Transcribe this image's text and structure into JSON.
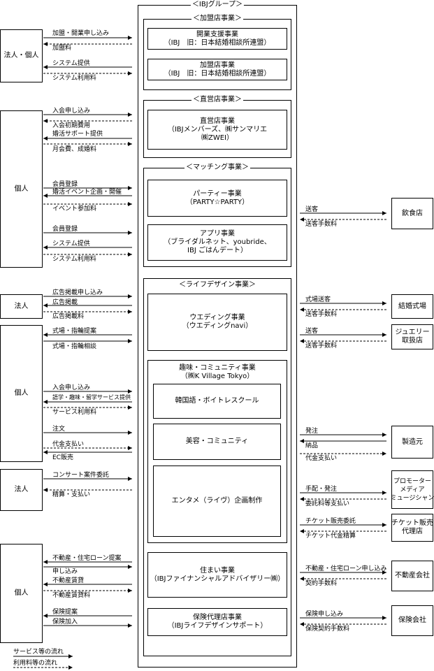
{
  "group_title": "＜IBJグループ＞",
  "sections": {
    "franchise": {
      "title": "＜加盟店事業＞",
      "box1": {
        "line1": "開業支援事業",
        "line2": "（IBJ　旧：日本結婚相談所連盟）"
      },
      "box2": {
        "line1": "加盟店事業",
        "line2": "（IBJ　旧：日本結婚相談所連盟）"
      }
    },
    "direct": {
      "title": "＜直営店事業＞",
      "box": {
        "line1": "直営店事業",
        "line2": "（IBJメンバーズ、㈱サンマリエ",
        "line3": "㈱ZWEI）"
      }
    },
    "matching": {
      "title": "＜マッチング事業＞",
      "party": {
        "line1": "パーティー事業",
        "line2": "（PARTY☆PARTY）"
      },
      "app": {
        "line1": "アプリ事業",
        "line2": "（ブライダルネット、youbride、",
        "line3": "IBJ ごはんデート）"
      }
    },
    "life": {
      "title": "＜ライフデザイン事業＞",
      "wedding": {
        "line1": "ウエディング事業",
        "line2": "（ウエディングnavi）"
      },
      "hobby": {
        "line1": "趣味・コミュニティ事業",
        "line2": "（㈱K Village Tokyo）"
      },
      "korean": "韓国語・ボイトレスクール",
      "beauty": "美容・コミュニティ",
      "ent": "エンタメ（ライヴ）企画制作",
      "housing": {
        "line1": "住まい事業",
        "line2": "（IBJファイナンシャルアドバイザリー㈱）"
      },
      "insurance": {
        "line1": "保険代理店事業",
        "line2": "（IBJライフデザインサポート）"
      }
    }
  },
  "left_entities": {
    "e1": "法人・個人",
    "e2": "個人",
    "e3": "法人",
    "e4": "個人",
    "e5": "法人",
    "e6": "個人"
  },
  "right_entities": {
    "restaurant": "飲食店",
    "venue": "結婚式場",
    "jewelry": {
      "line1": "ジュエリー",
      "line2": "取扱店"
    },
    "maker": "製造元",
    "promoter": {
      "line1": "プロモーター",
      "line2": "メディア",
      "line3": "ミュージシャン"
    },
    "ticket": {
      "line1": "チケット販売",
      "line2": "代理店"
    },
    "realestate": "不動産会社",
    "insurer": "保険会社"
  },
  "flow_labels": {
    "f1": "加盟・開業申し込み",
    "f2": "加盟料",
    "f3": "システム提供",
    "f4": "システム利用料",
    "f5": "入会申し込み",
    "f6": "入会初期費用",
    "f7": "婚活サポート提供",
    "f8": "月会費、成婚料",
    "f9": "会員登録",
    "f10": "婚活イベント企画・開催",
    "f11": "イベント参加料",
    "f12": "会員登録",
    "f13": "システム提供",
    "f14": "システム利用料",
    "f15": "広告掲載申し込み",
    "f16": "広告掲載",
    "f17": "広告掲載料",
    "f18": "式場・指輪提案",
    "f19": "式場・指輪相談",
    "f20": "入会申し込み",
    "f21": "語学・趣味・留学サービス提供",
    "f22": "サービス利用料",
    "f23": "注文",
    "f24": "代金支払い",
    "f25": "EC販売",
    "f26": "コンサート案件委託",
    "f27": "精算・支払い",
    "f28": "不動産・住宅ローン提案",
    "f29": "申し込み",
    "f30": "不動産賃貸",
    "f31": "不動産賃貸料",
    "f32": "保険提案",
    "f33": "保険加入",
    "r1": "送客",
    "r2": "送客手数料",
    "r3": "式場送客",
    "r4": "送客手数料",
    "r5": "送客",
    "r6": "送客手数料",
    "r7": "発注",
    "r8": "納品",
    "r9": "代金支払い",
    "r10": "手配・発注",
    "r11": "委託料等支払い",
    "r12": "チケット販売委託",
    "r13": "チケット代金精算",
    "r14": "不動産・住宅ローン申し込み",
    "r15": "契約手数料",
    "r16": "保険申し込み",
    "r17": "保険契約手数料"
  },
  "legend": {
    "service": "サービス等の流れ",
    "fee": "利用料等の流れ"
  }
}
